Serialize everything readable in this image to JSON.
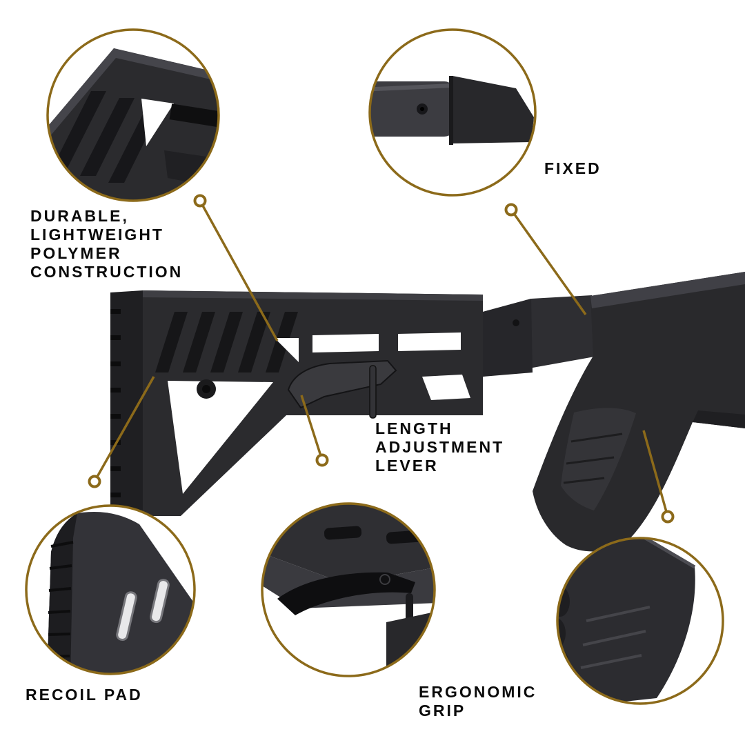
{
  "colors": {
    "accent_gold": "#8c6a1a",
    "label_text": "#0a0a0a",
    "product_dark": "#28282b",
    "product_mid": "#38383c",
    "product_light": "#4a4a4f",
    "background": "#ffffff"
  },
  "callouts": [
    {
      "name": "polymer-construction",
      "label": "DURABLE,\nLIGHTWEIGHT\nPOLYMER\nCONSTRUCTION",
      "view": "stock-rib-texture-closeup"
    },
    {
      "name": "fixed",
      "label": "FIXED",
      "view": "fixed-adapter-joint-closeup"
    },
    {
      "name": "length-adjustment-lever",
      "label": "LENGTH\nADJUSTMENT\nLEVER",
      "view": "underside-lever-closeup"
    },
    {
      "name": "recoil-pad",
      "label": "RECOIL PAD",
      "view": "recoil-pad-closeup"
    },
    {
      "name": "ergonomic-grip",
      "label": "ERGONOMIC\nGRIP",
      "view": "pistol-grip-closeup"
    }
  ]
}
